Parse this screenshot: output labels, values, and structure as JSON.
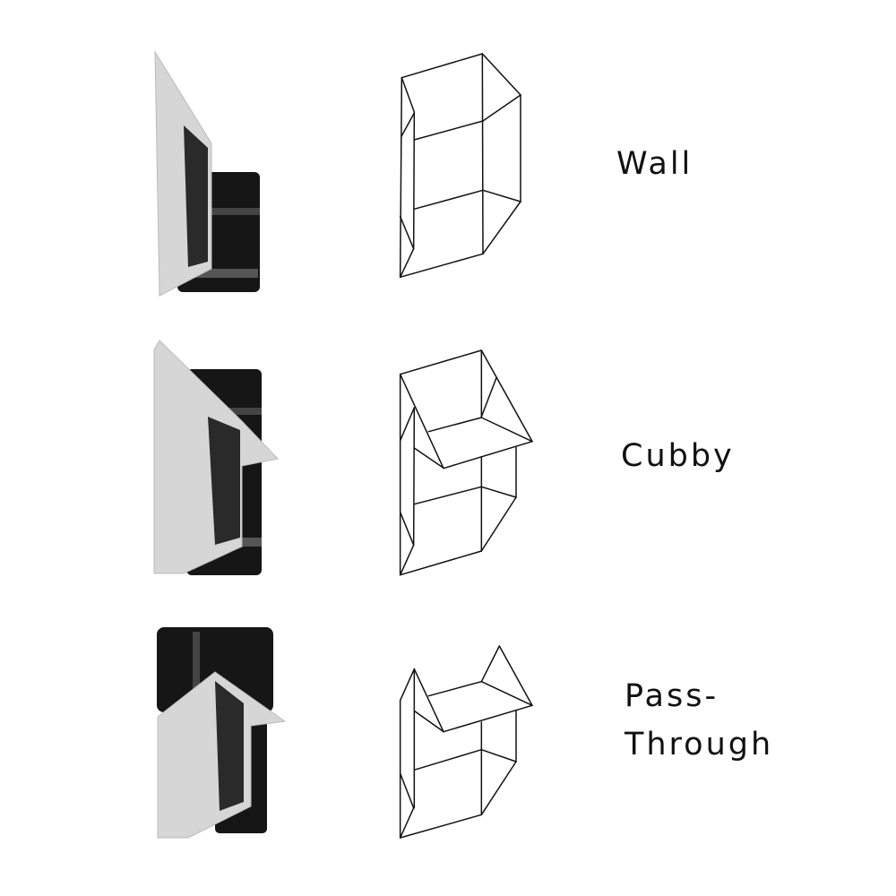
{
  "configurations": [
    {
      "label_lines": [
        "Wall"
      ],
      "icon": "wall-diagram-icon"
    },
    {
      "label_lines": [
        "Cubby"
      ],
      "icon": "cubby-diagram-icon"
    },
    {
      "label_lines": [
        "Pass-",
        "Through"
      ],
      "icon": "pass-through-diagram-icon"
    }
  ],
  "colors": {
    "felt": "#d6d6d6",
    "velcro": "#2a2a2a",
    "lens": "#161616",
    "line": "#111111"
  }
}
